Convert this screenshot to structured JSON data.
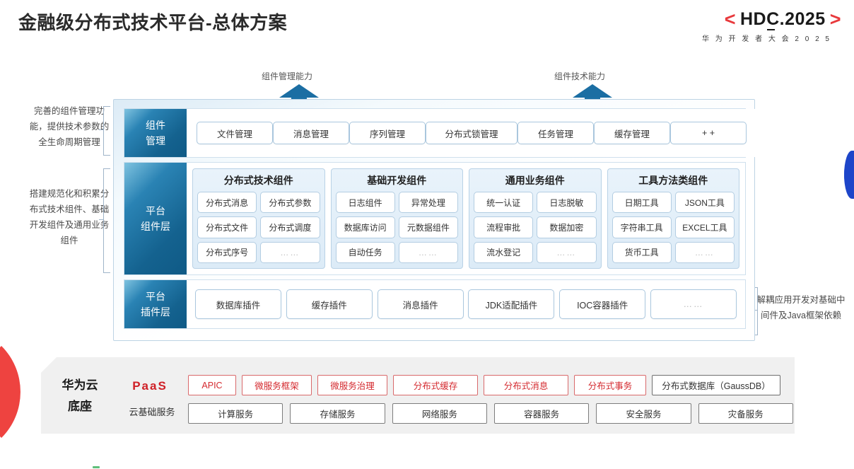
{
  "header": {
    "title": "金融级分布式技术平台-总体方案",
    "logo_main": "HDC.2025",
    "logo_bracket_left": "<",
    "logo_bracket_right": ">",
    "logo_sub": "华 为 开 发 者 大 会 2 0 2 5"
  },
  "arrows": {
    "left_label": "组件管理能力",
    "right_label": "组件技术能力"
  },
  "notes": {
    "left_top": "完善的组件管理功能，提供技术参数的全生命周期管理",
    "left_bottom": "搭建规范化和积累分布式技术组件、基础开发组件及通用业务组件",
    "right": "解耦应用开发对基础中间件及Java框架依赖"
  },
  "rows": {
    "component_mgmt": {
      "label": "组件\n管理",
      "label_line1": "组件",
      "label_line2": "管理",
      "items": [
        "文件管理",
        "消息管理",
        "序列管理",
        "分布式锁管理",
        "任务管理",
        "缓存管理",
        "+ +"
      ]
    },
    "platform_component": {
      "label_line1": "平台",
      "label_line2": "组件层",
      "groups": [
        {
          "title": "分布式技术组件",
          "cells": [
            "分布式消息",
            "分布式参数",
            "分布式文件",
            "分布式调度",
            "分布式序号",
            "……"
          ]
        },
        {
          "title": "基础开发组件",
          "cells": [
            "日志组件",
            "异常处理",
            "数据库访问",
            "元数据组件",
            "自动任务",
            "……"
          ]
        },
        {
          "title": "通用业务组件",
          "cells": [
            "统一认证",
            "日志脱敏",
            "流程审批",
            "数据加密",
            "流水登记",
            "……"
          ]
        },
        {
          "title": "工具方法类组件",
          "cells": [
            "日期工具",
            "JSON工具",
            "字符串工具",
            "EXCEL工具",
            "货币工具",
            "……"
          ]
        }
      ]
    },
    "platform_plugin": {
      "label_line1": "平台",
      "label_line2": "插件层",
      "items": [
        "数据库插件",
        "缓存插件",
        "消息插件",
        "JDK适配插件",
        "IOC容器插件",
        "……"
      ]
    }
  },
  "paas": {
    "side_line1": "华为云",
    "side_line2": "底座",
    "paas_label": "PaaS",
    "base_label": "云基础服务",
    "paas_items": [
      {
        "label": "APIC",
        "style": "red"
      },
      {
        "label": "微服务框架",
        "style": "red"
      },
      {
        "label": "微服务治理",
        "style": "red"
      },
      {
        "label": "分布式缓存",
        "style": "red"
      },
      {
        "label": "分布式消息",
        "style": "red"
      },
      {
        "label": "分布式事务",
        "style": "red"
      },
      {
        "label": "分布式数据库（GaussDB）",
        "style": "dark"
      }
    ],
    "base_items": [
      "计算服务",
      "存储服务",
      "网络服务",
      "容器服务",
      "安全服务",
      "灾备服务"
    ]
  },
  "colors": {
    "accent_red": "#d42a2f",
    "accent_blue": "#14628f",
    "logo_red": "#e8393c",
    "panel_gray": "#f0f0f0"
  }
}
